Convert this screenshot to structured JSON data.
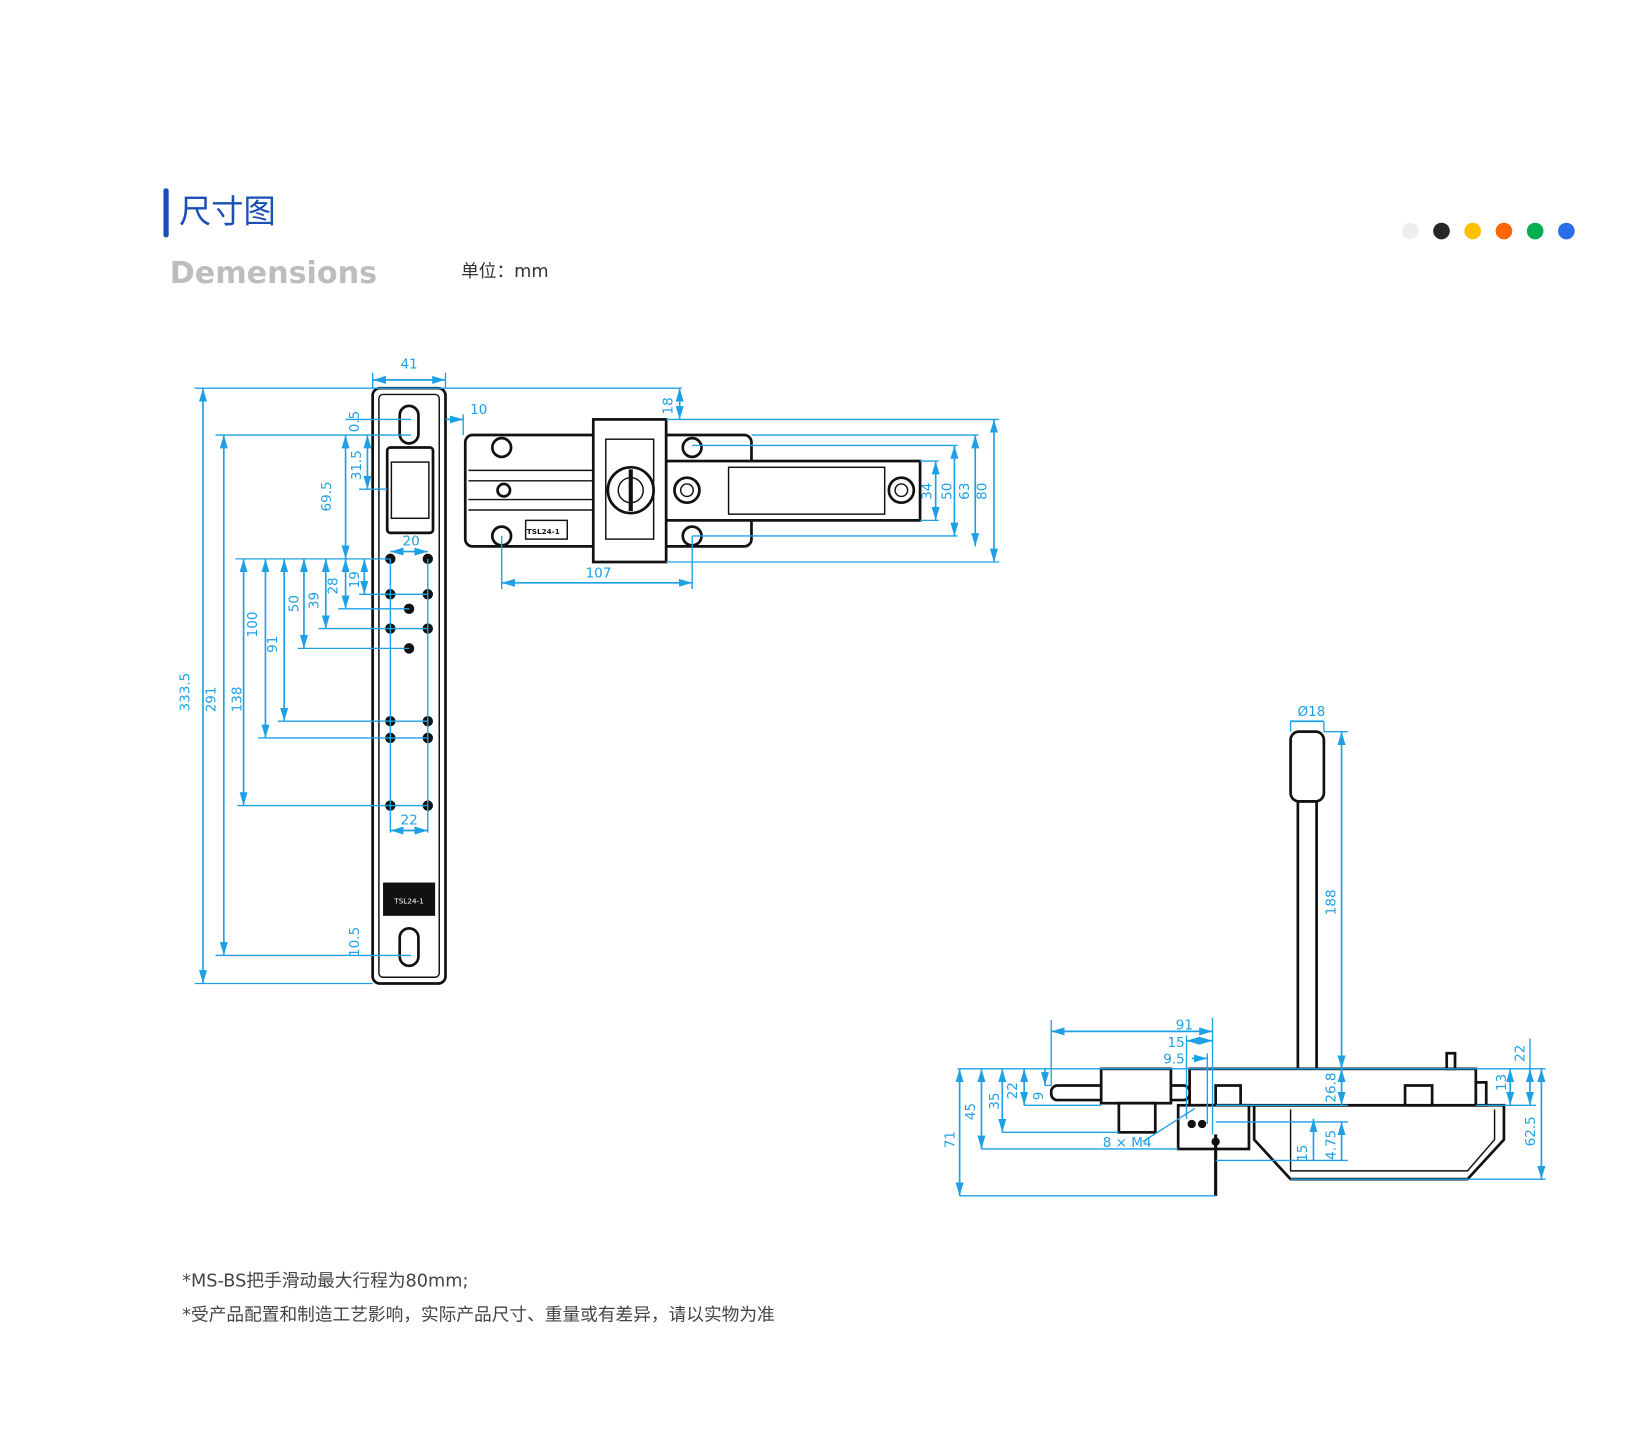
{
  "header": {
    "title": "尺寸图",
    "subtitle": "Demensions",
    "unit_label": "单位：mm",
    "accent_color": "#1a4fb5"
  },
  "color_options": [
    {
      "name": "white",
      "color": "#eeeeee"
    },
    {
      "name": "black",
      "color": "#262626"
    },
    {
      "name": "yellow",
      "color": "#ffc000"
    },
    {
      "name": "orange",
      "color": "#ff6600"
    },
    {
      "name": "green",
      "color": "#00b050"
    },
    {
      "name": "blue",
      "color": "#2b6de8"
    }
  ],
  "drawing": {
    "front_view": {
      "width": "41",
      "total_height": "333.5",
      "slot_pitch": "291",
      "slot_offset_top": "0.5",
      "grip_offset": "31.5",
      "first_hole_offset": "69.5",
      "hole_spacing_top": "20",
      "h19": "19",
      "h28": "28",
      "h39": "39",
      "h50": "50",
      "h91": "91",
      "h100": "100",
      "h138": "138",
      "hole_spacing_bottom": "22",
      "slot_offset_bottom": "10.5",
      "top_label": "TSL24-1"
    },
    "top_view": {
      "gap": "10",
      "offset": "18",
      "h80": "80",
      "h63": "63",
      "h50": "50",
      "h34": "34",
      "hole_pitch": "107",
      "body_label": "TSL24-1"
    },
    "side_view": {
      "knob_diameter": "Ø18",
      "handle_length": "188",
      "w91": "91",
      "w15": "15",
      "w9_5": "9.5",
      "h71": "71",
      "h45": "45",
      "h35": "35",
      "h22": "22",
      "h9": "9",
      "screws": "8 × M4",
      "h26_8": "26.8",
      "h4_75": "4.75",
      "h15": "15",
      "r22": "22",
      "r13": "13",
      "r62_5": "62.5"
    }
  },
  "notes": [
    "*MS-BS把手滑动最大行程为80mm;",
    "*受产品配置和制造工艺影响，实际产品尺寸、重量或有差异，请以实物为准"
  ]
}
